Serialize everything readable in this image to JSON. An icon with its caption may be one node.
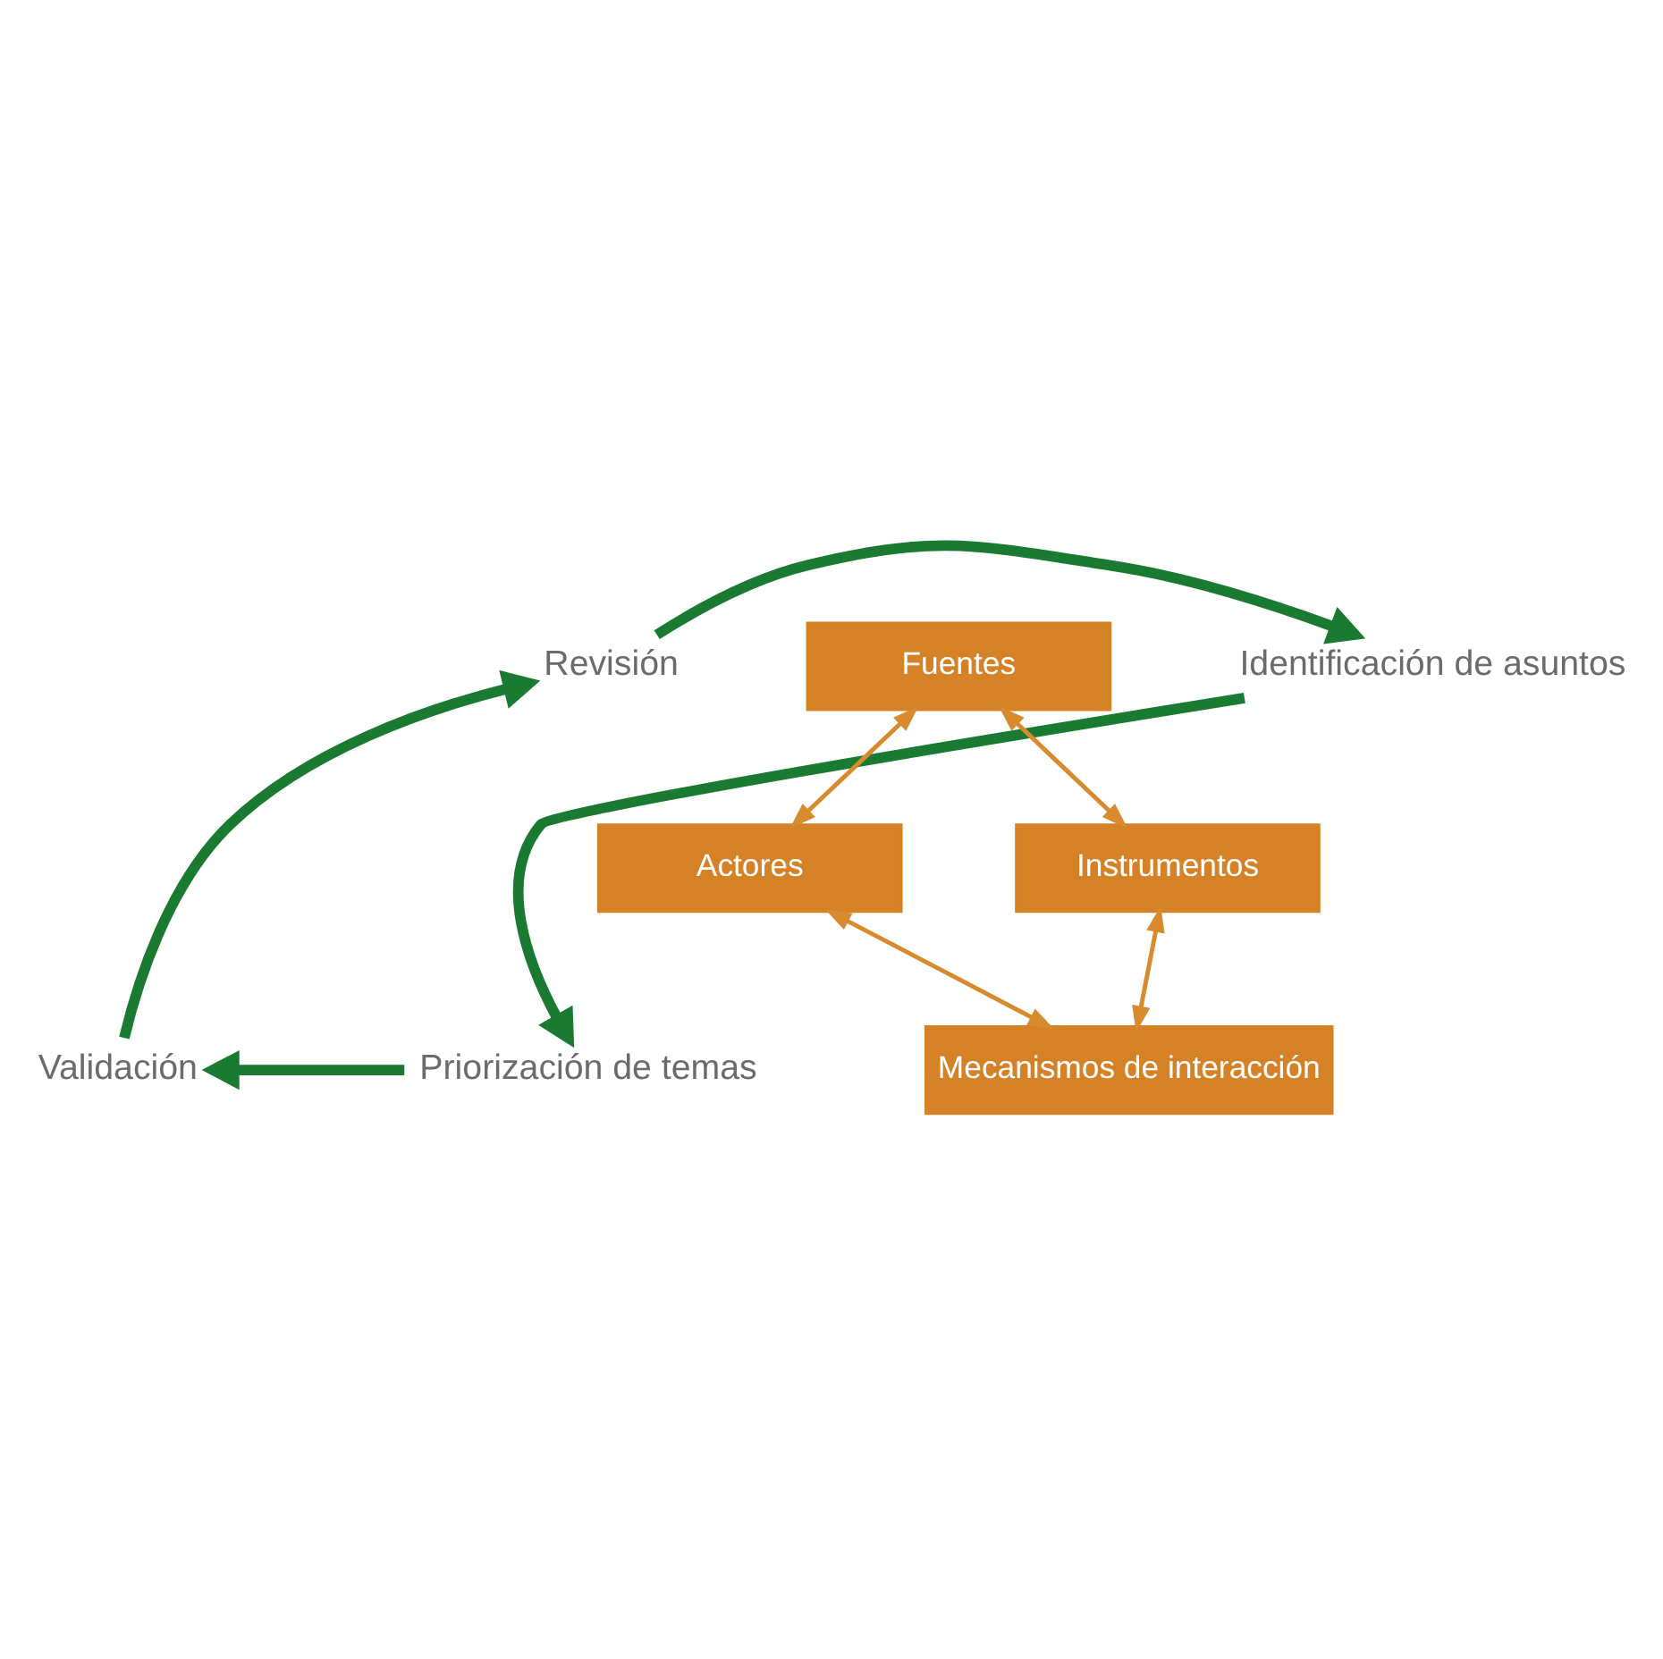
{
  "diagram": {
    "nodes": [
      {
        "text": [
          "Revisión"
        ]
      },
      {
        "text": [
          "Identificación de asuntos"
        ]
      },
      {
        "text": [
          "Priorización de temas"
        ]
      },
      {
        "text": [
          "Validación"
        ]
      },
      {
        "text": [
          "Fuentes"
        ]
      },
      {
        "text": [
          "Actores"
        ]
      },
      {
        "text": [
          "Instrumentos"
        ]
      },
      {
        "text": [
          "Mecanismos de interacción"
        ]
      }
    ],
    "edges": [
      {
        "from": 0,
        "to": 1,
        "arrow": "to",
        "style": "thick",
        "color": "#1a7a32"
      },
      {
        "from": 1,
        "to": 2,
        "arrow": "to",
        "style": "thick",
        "color": "#1a7a32"
      },
      {
        "from": 2,
        "to": 3,
        "arrow": "to",
        "style": "thick",
        "color": "#1a7a32"
      },
      {
        "from": 3,
        "to": 0,
        "arrow": "to",
        "style": "thick",
        "color": "#1a7a32"
      },
      {
        "from": 4,
        "to": 5,
        "arrow": "both",
        "color": "#d88a2e"
      },
      {
        "from": 4,
        "to": 6,
        "arrow": "both",
        "color": "#d88a2e"
      },
      {
        "from": 5,
        "to": 7,
        "arrow": "both",
        "color": "#d88a2e"
      },
      {
        "from": 6,
        "to": 7,
        "arrow": "both",
        "color": "#d88a2e"
      }
    ]
  }
}
